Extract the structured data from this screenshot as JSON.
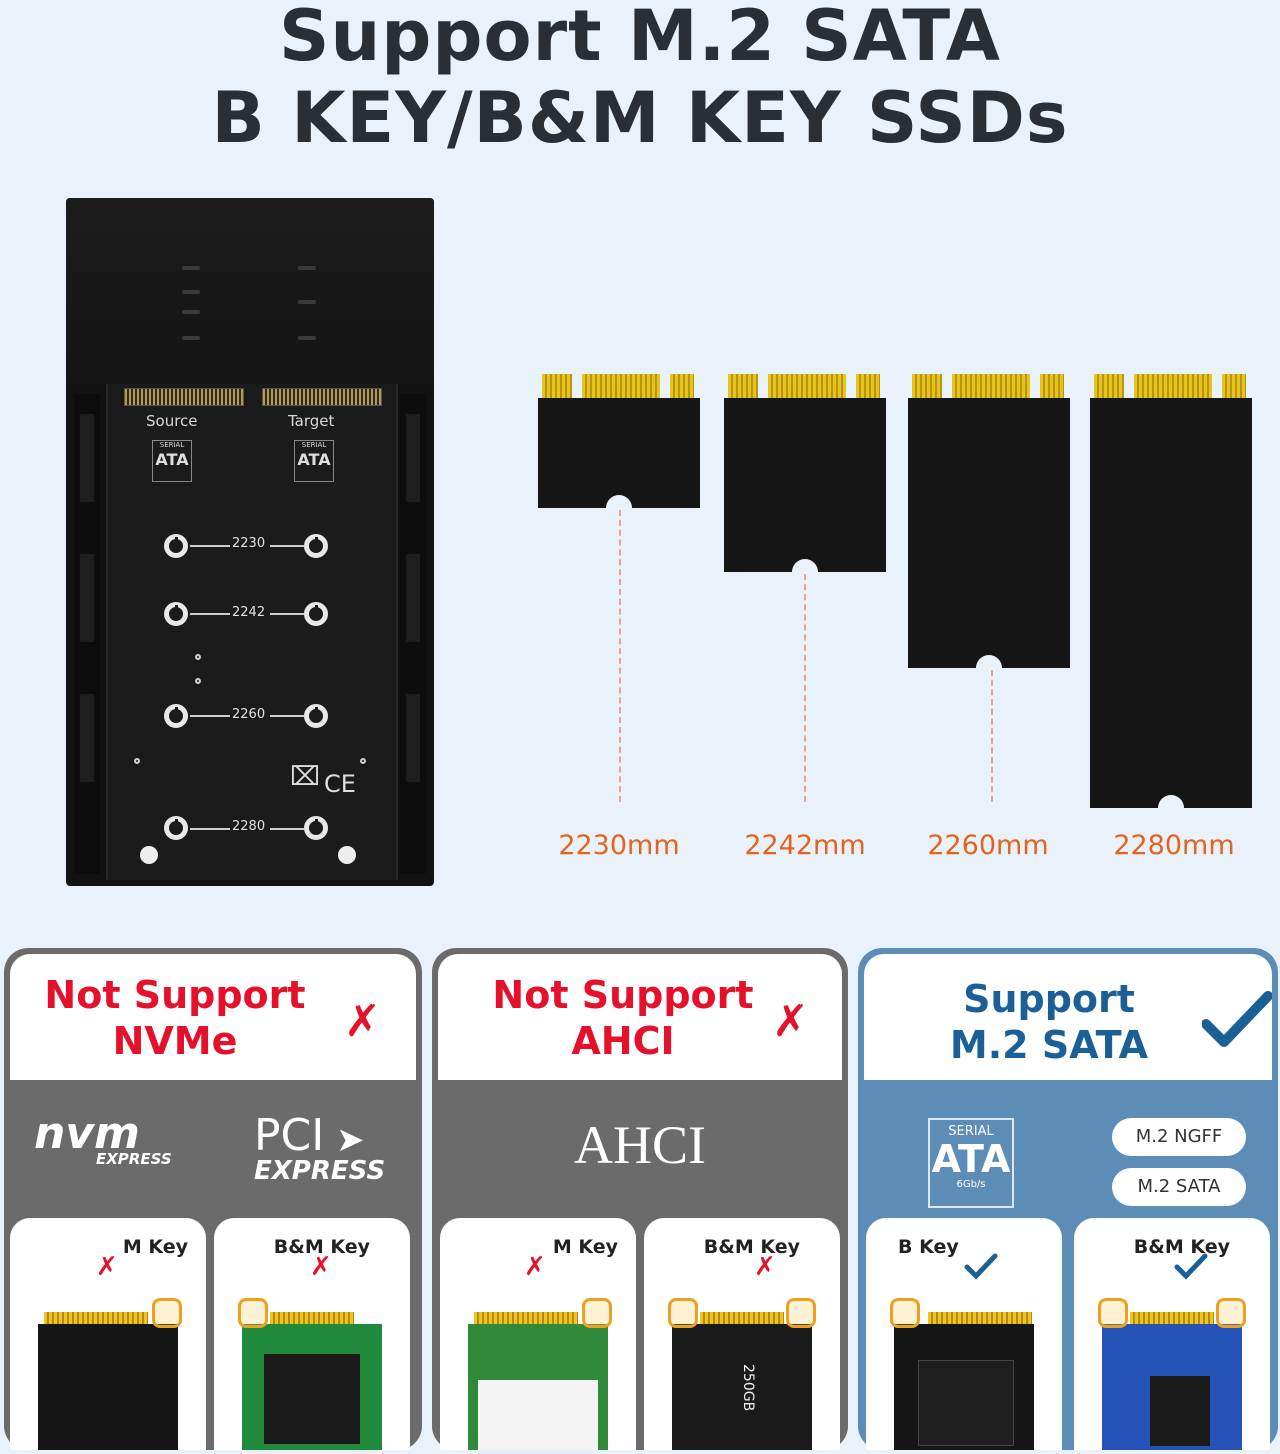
{
  "headline": {
    "line1": "Support M.2 SATA",
    "line2": "B KEY/B&M KEY SSDs"
  },
  "enclosure": {
    "source_label": "Source",
    "target_label": "Target",
    "sata_logo_top": "SERIAL",
    "sata_logo_main": "ATA",
    "mounts": [
      "2230",
      "2242",
      "2260",
      "2280"
    ],
    "cert_marks": "CE"
  },
  "ssd_sizes": [
    "2230mm",
    "2242mm",
    "2260mm",
    "2280mm"
  ],
  "panels": [
    {
      "heading_line1": "Not Support",
      "heading_line2": "NVMe",
      "status_mark": "✗",
      "logo_1": "nvm",
      "logo_1_sub": "EXPRESS",
      "logo_2_main": "PCI",
      "logo_2_sub": "EXPRESS",
      "keys": [
        {
          "label": "M Key",
          "mark": "✗"
        },
        {
          "label": "B&M Key",
          "mark": "✗"
        }
      ]
    },
    {
      "heading_line1": "Not Support",
      "heading_line2": "AHCI",
      "status_mark": "✗",
      "logo_1": "AHCI",
      "keys": [
        {
          "label": "M Key",
          "mark": "✗"
        },
        {
          "label": "B&M Key",
          "mark": "✗"
        }
      ],
      "ssd_text": "250GB"
    },
    {
      "heading_line1": "Support",
      "heading_line2": "M.2 SATA",
      "status_mark": "check",
      "sata_logo_top": "SERIAL",
      "sata_logo_main": "ATA",
      "sata_logo_sub": "6Gb/s",
      "pills": [
        "M.2 NGFF",
        "M.2 SATA"
      ],
      "keys": [
        {
          "label": "B Key",
          "mark": "check"
        },
        {
          "label": "B&M Key",
          "mark": "check"
        }
      ]
    }
  ],
  "colors": {
    "background": "#e9f2fb",
    "title": "#2a2e35",
    "not_supported_red": "#e5102a",
    "supported_blue": "#1a6096",
    "size_label_orange": "#e4631f",
    "panel_gray": "#6b6b6b",
    "panel_blue": "#5c8db7"
  },
  "icons": [
    "x-mark-icon",
    "checkmark-icon",
    "sata-logo-icon",
    "nvme-logo-icon",
    "pci-express-logo-icon"
  ]
}
